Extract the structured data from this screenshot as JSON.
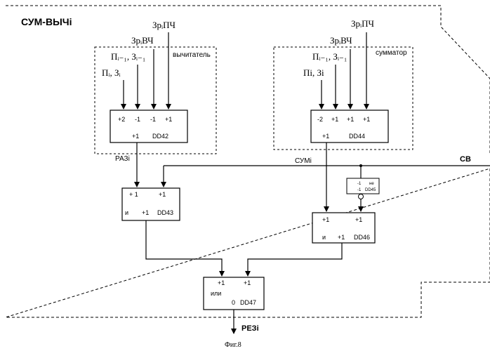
{
  "title": "СУМ-ВЫЧi",
  "figure_caption": "Фиг.8",
  "bus_label": "CB",
  "output_label": "РЕЗi",
  "left_group": {
    "label": "вычитатель",
    "inputs": [
      "ЗрᵢПЧ",
      "ЗрᵢВЧ",
      "Пᵢ₋₁, Зᵢ₋₁",
      "Пᵢ, Зᵢ"
    ],
    "block": {
      "weights": [
        "+2",
        "-1",
        "-1",
        "+1"
      ],
      "threshold": "+1",
      "name": "DD42"
    },
    "output": "РАЗi"
  },
  "right_group": {
    "label": "сумматор",
    "inputs": [
      "ЗрᵢПЧ",
      "ЗрᵢВЧ",
      "Пᵢ₋₁, Зᵢ₋₁",
      "Пi, Зi"
    ],
    "block": {
      "weights": [
        "-2",
        "+1",
        "+1",
        "+1"
      ],
      "threshold": "+1",
      "name": "DD44"
    },
    "output": "СУМi"
  },
  "dd43": {
    "weights": [
      "+ 1",
      "+1"
    ],
    "func": "и",
    "threshold": "+1",
    "name": "DD43"
  },
  "dd45": {
    "weight": "-1",
    "func": "не",
    "threshold": "-1",
    "name": "DD45"
  },
  "dd46": {
    "weights": [
      "+1",
      "+1"
    ],
    "func": "и",
    "threshold": "+1",
    "name": "DD46"
  },
  "dd47": {
    "weights": [
      "+1",
      "+1"
    ],
    "func": "или",
    "threshold": "0",
    "name": "DD47"
  }
}
